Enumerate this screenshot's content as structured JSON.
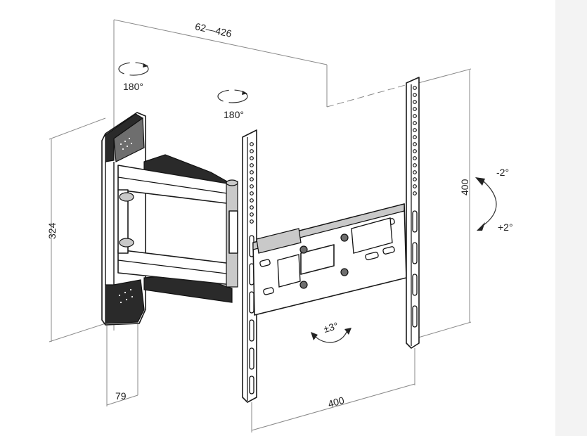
{
  "labels": {
    "top_width": "62—426",
    "rot_left": "180°",
    "rot_center": "180°",
    "height_left": "324",
    "depth_bottom": "79",
    "plate_width": "400",
    "plate_height": "400",
    "tilt_up": "-2°",
    "tilt_down": "+2°",
    "level_adjust": "±3°"
  },
  "colors": {
    "line": "#1a1a1a",
    "dimension": "#8a8a8a",
    "background": "#ffffff"
  }
}
